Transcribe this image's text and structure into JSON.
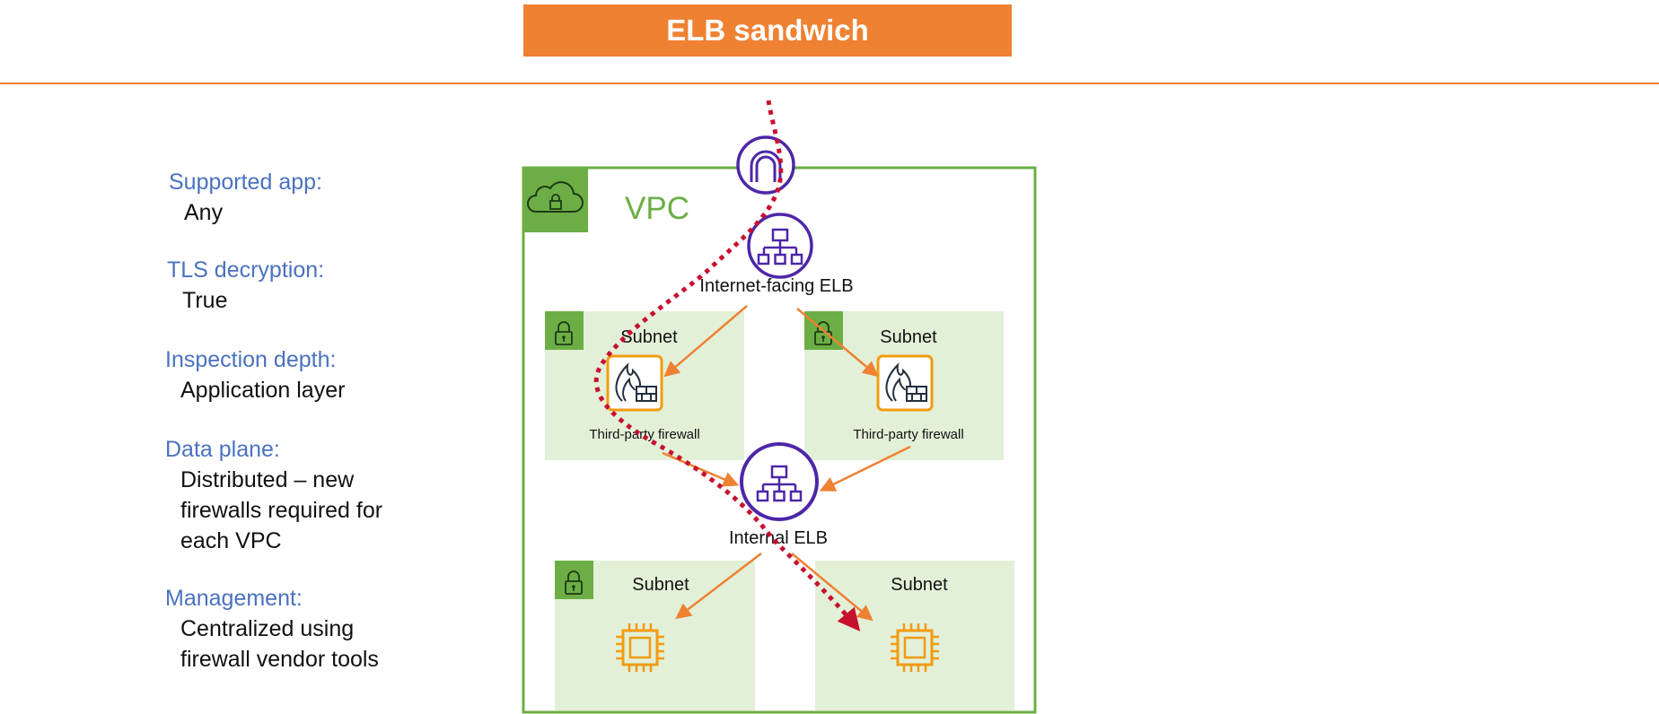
{
  "header": {
    "title": "ELB sandwich"
  },
  "properties": [
    {
      "label": "Supported app:",
      "value": "Any"
    },
    {
      "label": "TLS decryption:",
      "value": "True"
    },
    {
      "label": "Inspection depth:",
      "value": "Application layer"
    },
    {
      "label": "Data plane:",
      "value": "Distributed – new\nfirewalls required for\neach VPC"
    },
    {
      "label": "Management:",
      "value": "Centralized using\nfirewall vendor tools"
    }
  ],
  "diagram": {
    "vpc_label": "VPC",
    "internet_elb_label": "Internet-facing ELB",
    "internal_elb_label": "Internal ELB",
    "subnet_labels": [
      "Subnet",
      "Subnet",
      "Subnet",
      "Subnet"
    ],
    "firewall_labels": [
      "Third-party firewall",
      "Third-party firewall"
    ]
  },
  "colors": {
    "accent_orange": "#ef8132",
    "vpc_green": "#6cae45",
    "subnet_fill": "#e3f0d8",
    "elb_purple": "#4d27a8",
    "label_blue": "#4a72c0",
    "traffic_red": "#c8102e",
    "compute_orange": "#f29b0f"
  },
  "icons": [
    "vpc-cloud-lock-icon",
    "internet-gateway-icon",
    "load-balancer-icon",
    "firewall-icon",
    "subnet-lock-icon",
    "ec2-chip-icon"
  ]
}
